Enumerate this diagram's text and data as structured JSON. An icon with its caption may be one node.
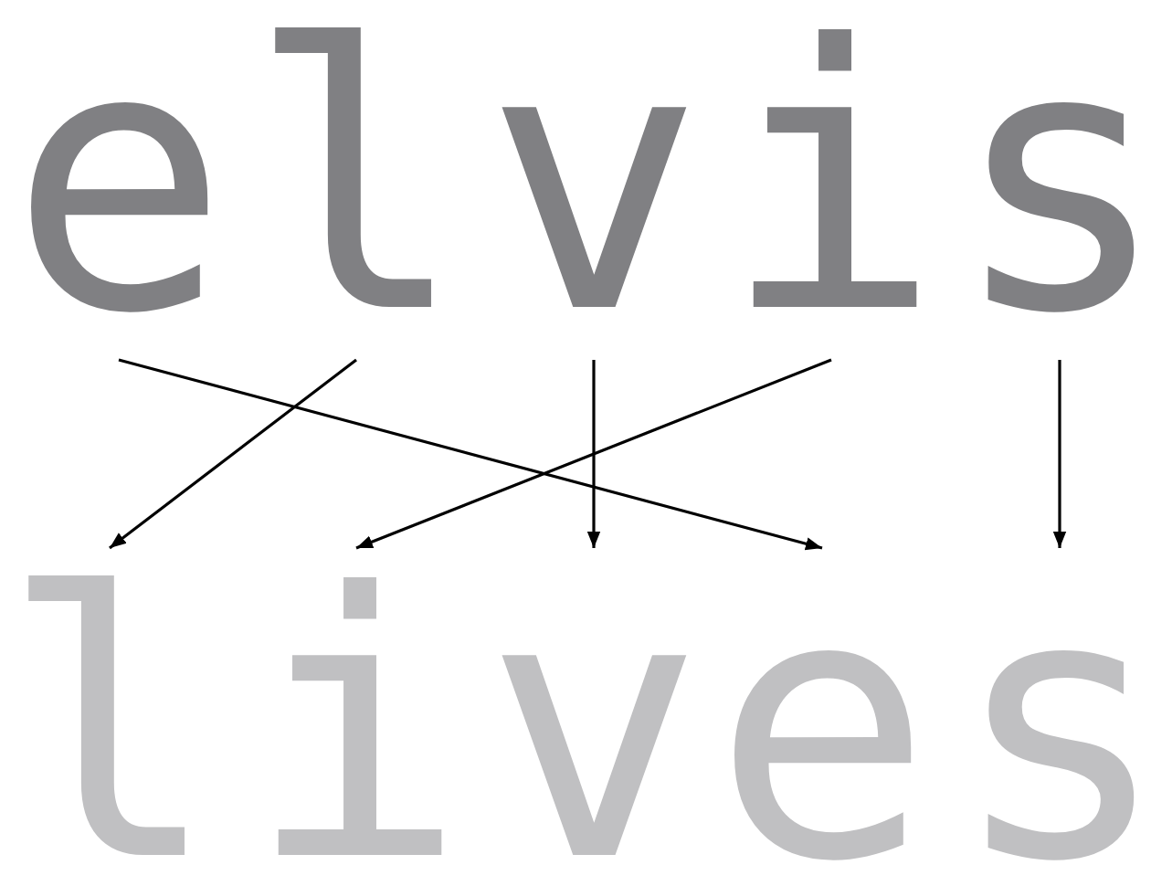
{
  "diagram": {
    "nodes": [
      {
        "text": [
          "e"
        ]
      },
      {
        "text": [
          "l"
        ]
      },
      {
        "text": [
          "v"
        ]
      },
      {
        "text": [
          "i"
        ]
      },
      {
        "text": [
          "s"
        ]
      },
      {
        "text": [
          "l"
        ]
      },
      {
        "text": [
          "i"
        ]
      },
      {
        "text": [
          "v"
        ]
      },
      {
        "text": [
          "e"
        ]
      },
      {
        "text": [
          "s"
        ]
      }
    ],
    "edges": [
      {
        "from": 0,
        "to": 8,
        "arrow": "to"
      },
      {
        "from": 1,
        "to": 5,
        "arrow": "to"
      },
      {
        "from": 2,
        "to": 7,
        "arrow": "to"
      },
      {
        "from": 3,
        "to": 6,
        "arrow": "to"
      },
      {
        "from": 4,
        "to": 9,
        "arrow": "to"
      }
    ]
  }
}
